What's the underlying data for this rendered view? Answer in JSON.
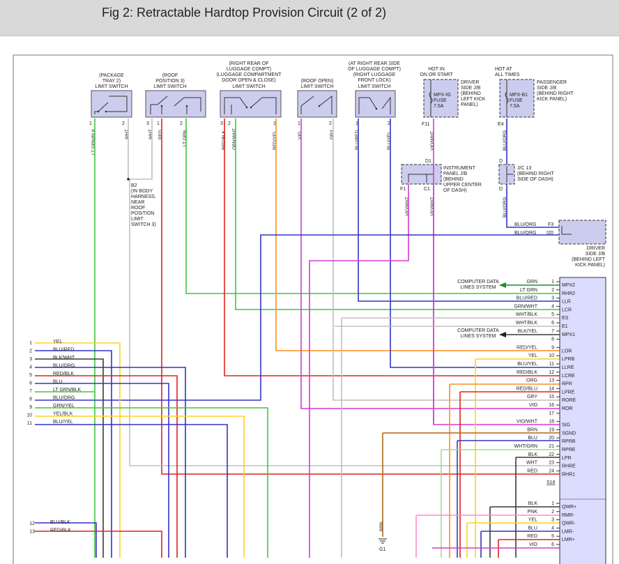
{
  "header": {
    "title": "Fig 2: Retractable Hardtop Provision Circuit (2 of 2)"
  },
  "components": {
    "package_tray": {
      "label_lines": [
        "(PACKAGE",
        "TRAY 2)",
        "LIMIT SWITCH"
      ],
      "pins": [
        "1",
        "2"
      ],
      "wires": [
        "LT GRN/BLK",
        "WHT"
      ]
    },
    "roof_position": {
      "label_lines": [
        "(ROOF",
        "POSITION 3)",
        "LIMIT SWITCH"
      ],
      "pins": [
        "3",
        "1",
        "2"
      ],
      "wires": [
        "WHT",
        "RED",
        "LT GRN"
      ]
    },
    "luggage_door": {
      "label_lines": [
        "(RIGHT REAR OF",
        "LUGGAGE COMPT)",
        "(LUGGAGE COMPARTMENT",
        "DOOR OPEN & CLOSE)",
        "LIMIT SWITCH"
      ],
      "pins": [
        "3",
        "2",
        "1"
      ],
      "wires": [
        "RED/BLK",
        "GRN/WHT",
        "RED/YEL"
      ]
    },
    "roof_open": {
      "label_lines": [
        "(ROOF OPEN)",
        "LIMIT SWITCH"
      ],
      "pins": [
        "1",
        "2"
      ],
      "wires": [
        "VIO",
        "GRY"
      ]
    },
    "front_lock": {
      "label_lines": [
        "(AT RIGHT REAR SIDE",
        "OF LUGGAGE COMPT)",
        "(RIGHT LUGGAGE",
        "FRONT LOCK)",
        "LIMIT SWITCH"
      ],
      "pins": [
        "1",
        "2"
      ],
      "wires": [
        "BLU/RED",
        "BLU/YEL"
      ]
    },
    "fuse_ig": {
      "label_lines": [
        "HOT IN",
        "ON OR START"
      ],
      "fuse_lines": [
        "MPX-IG",
        "FUSE",
        "7.5A"
      ],
      "side_lines": [
        "DRIVER",
        "SIDE J/B",
        "(BEHIND",
        "LEFT KICK",
        "PANEL)"
      ],
      "pin": "F11",
      "wire": "VIO/WHT"
    },
    "fuse_b1": {
      "label_lines": [
        "HOT AT",
        "ALL TIMES"
      ],
      "fuse_lines": [
        "MPX-B1",
        "FUSE",
        "7.5A"
      ],
      "side_lines": [
        "PASSENGER",
        "SIDE J/B",
        "(BEHIND RIGHT",
        "KICK PANEL)"
      ],
      "pin": "E4",
      "wire": "BLU/ORG"
    },
    "instrument_jb": {
      "pin_top": "D1",
      "pin_left": "F1",
      "pin_right": "C1",
      "side_lines": [
        "INSTRUMENT",
        "PANEL J/B",
        "(BEHIND",
        "UPPER CENTER",
        "OF DASH)"
      ],
      "wires": [
        "VIO/WHT",
        "VIO/WHT"
      ]
    },
    "jc13": {
      "pin_top": "D",
      "pin_bottom": "D",
      "side_lines": [
        "J/C 13",
        "(BEHIND RIGHT",
        "SIDE OF DASH)"
      ],
      "wire": "BLU/ORG"
    },
    "driver_jb": {
      "wires": [
        "BLU/ORG",
        "BLU/ORG"
      ],
      "pins": [
        "F3",
        "I20"
      ],
      "label_lines": [
        "DRIVER",
        "SIDE J/B",
        "(BEHIND LEFT",
        "KICK PANEL)"
      ]
    },
    "splice_b2": {
      "label_lines": [
        "B2",
        "(IN BODY",
        "HARNESS,",
        "NEAR",
        "ROOF",
        "POSITION",
        "LIMIT",
        "SWITCH 3)"
      ]
    }
  },
  "computer_data_label": [
    "COMPUTER DATA",
    "LINES SYSTEM"
  ],
  "module": {
    "rows": [
      {
        "wire": "GRN",
        "pin": "1",
        "func": "MPX2"
      },
      {
        "wire": "LT GRN",
        "pin": "2",
        "func": "RHR2"
      },
      {
        "wire": "BLU/RED",
        "pin": "3",
        "func": "LLR"
      },
      {
        "wire": "GRN/WHT",
        "pin": "4",
        "func": "LCR"
      },
      {
        "wire": "WHT/BLK",
        "pin": "5",
        "func": "ES"
      },
      {
        "wire": "WHT/BLK",
        "pin": "6",
        "func": "E1"
      },
      {
        "wire": "BLK/YEL",
        "pin": "7",
        "func": "MPX1"
      },
      {
        "wire": "",
        "pin": "8",
        "func": ""
      },
      {
        "wire": "RED/YEL",
        "pin": "9",
        "func": "LOR"
      },
      {
        "wire": "YEL",
        "pin": "10",
        "func": "LPRB"
      },
      {
        "wire": "BLU/YEL",
        "pin": "11",
        "func": "LLRE"
      },
      {
        "wire": "RED/BLK",
        "pin": "12",
        "func": "LCRE"
      },
      {
        "wire": "ORG",
        "pin": "13",
        "func": "RPR"
      },
      {
        "wire": "RED/BLU",
        "pin": "14",
        "func": "LPRE"
      },
      {
        "wire": "GRY",
        "pin": "15",
        "func": "RORE"
      },
      {
        "wire": "VIO",
        "pin": "16",
        "func": "ROR"
      },
      {
        "wire": "",
        "pin": "17",
        "func": ""
      },
      {
        "wire": "VIO/WHT",
        "pin": "18",
        "func": "SIG"
      },
      {
        "wire": "BRN",
        "pin": "19",
        "func": "SGND"
      },
      {
        "wire": "BLU",
        "pin": "20",
        "func": "RPRB"
      },
      {
        "wire": "WHT/GRN",
        "pin": "21",
        "func": "RPRE"
      },
      {
        "wire": "BLK",
        "pin": "22",
        "func": "LPR"
      },
      {
        "wire": "WHT",
        "pin": "23",
        "func": "RHRE"
      },
      {
        "wire": "RED",
        "pin": "24",
        "func": "RHR1"
      }
    ],
    "connector_label": "S18",
    "rows2": [
      {
        "wire": "BLK",
        "pin": "1",
        "func": "QWR+"
      },
      {
        "wire": "PNK",
        "pin": "2",
        "func": "RMR-"
      },
      {
        "wire": "YEL",
        "pin": "3",
        "func": "QWR-"
      },
      {
        "wire": "BLU",
        "pin": "4",
        "func": "LMR-"
      },
      {
        "wire": "RED",
        "pin": "5",
        "func": "LMR+"
      },
      {
        "wire": "VIO",
        "pin": "6",
        "func": ""
      }
    ]
  },
  "left_connector": {
    "rows": [
      {
        "num": "1",
        "wire": "YEL"
      },
      {
        "num": "2",
        "wire": "BLU/RED"
      },
      {
        "num": "3",
        "wire": "BLK/WHT"
      },
      {
        "num": "4",
        "wire": "BLU/ORG"
      },
      {
        "num": "5",
        "wire": "RED/BLK"
      },
      {
        "num": "6",
        "wire": "BLU"
      },
      {
        "num": "7",
        "wire": "LT GRN/BLK"
      },
      {
        "num": "8",
        "wire": "BLU/ORG"
      },
      {
        "num": "9",
        "wire": "GRN/YEL"
      },
      {
        "num": "10",
        "wire": "YEL/BLK"
      },
      {
        "num": "11",
        "wire": "BLU/YEL"
      }
    ],
    "rows2": [
      {
        "num": "12",
        "wire": "BLU/BLK"
      },
      {
        "num": "13",
        "wire": "RED/BLK"
      }
    ]
  },
  "ground_wire": "BRN",
  "ground_label": "G1",
  "colors": {
    "yellow": "#ffd21e",
    "blue": "#3232c8",
    "black": "#3a3a3a",
    "red": "#e02020",
    "green": "#3cc83c",
    "violet": "#d23cd2",
    "orange": "#ff8c1e",
    "gray": "#bfbfbf",
    "pink": "#ff8cc8",
    "brown": "#b46414",
    "teal": "#28b4a0",
    "darkgreen": "#1e8c32",
    "switch_fill": "#ccccee",
    "module_fill": "#dcdcff"
  }
}
